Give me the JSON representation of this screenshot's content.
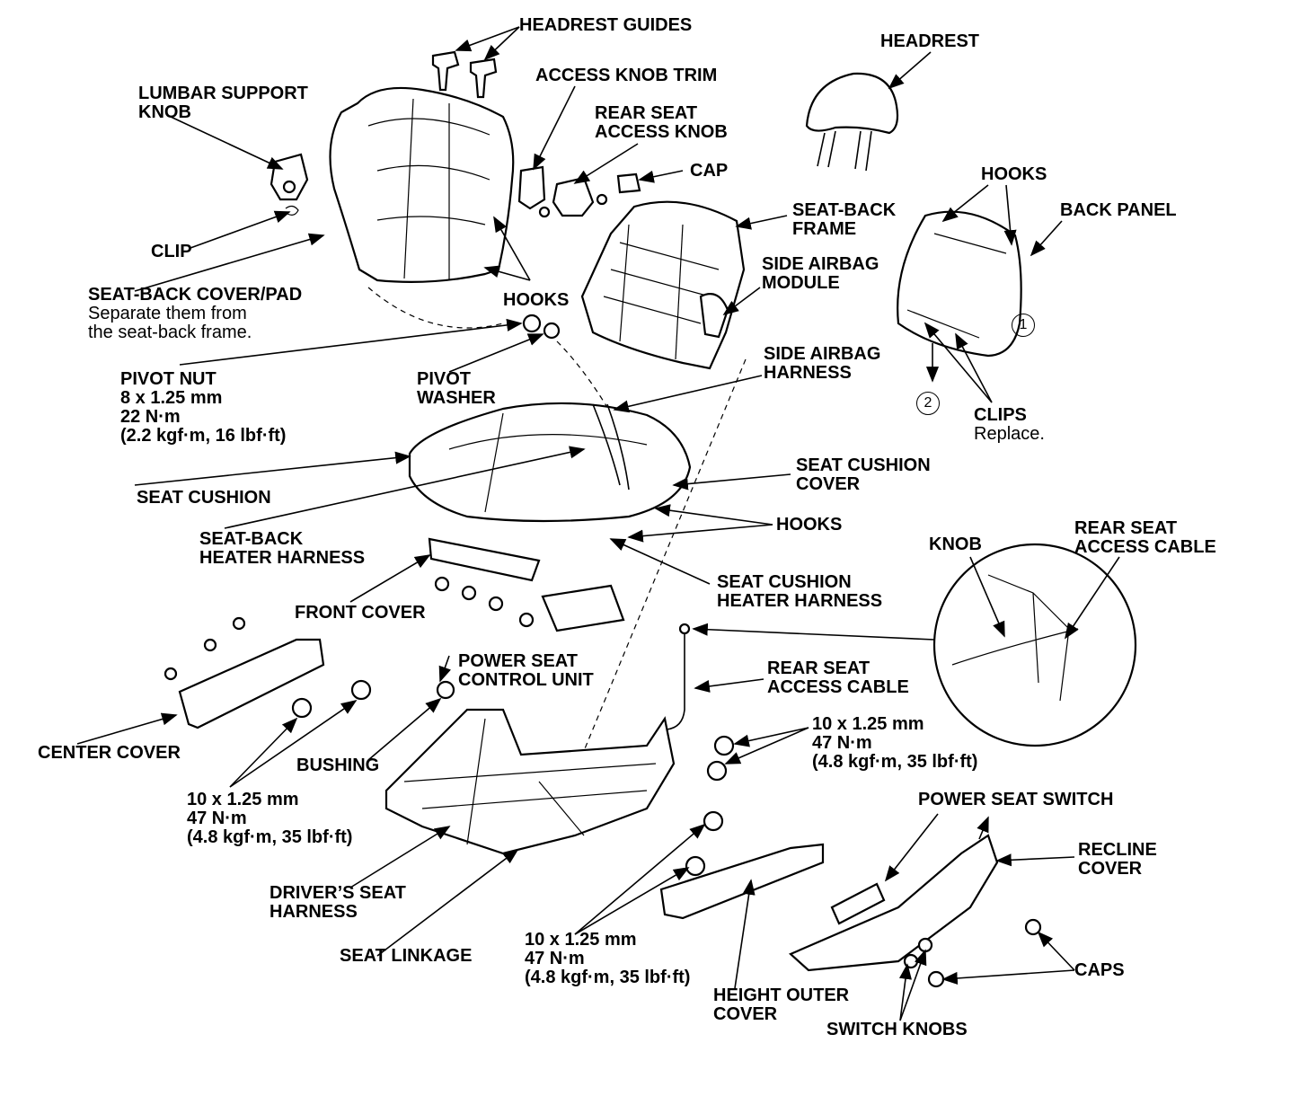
{
  "labels": {
    "headrest_guides": "HEADREST GUIDES",
    "headrest": "HEADREST",
    "lumbar": [
      "LUMBAR SUPPORT",
      "KNOB"
    ],
    "access_knob_trim": "ACCESS KNOB TRIM",
    "rear_seat_access_knob": [
      "REAR SEAT",
      "ACCESS KNOB"
    ],
    "cap": "CAP",
    "hooks_top_right": "HOOKS",
    "back_panel": "BACK PANEL",
    "seat_back_frame": [
      "SEAT-BACK",
      "FRAME"
    ],
    "clip": "CLIP",
    "side_airbag_module": [
      "SIDE AIRBAG",
      "MODULE"
    ],
    "seat_back_cover": "SEAT-BACK COVER/PAD",
    "seat_back_cover_note": [
      "Separate them from",
      "the seat-back frame."
    ],
    "hooks_center": "HOOKS",
    "pivot_nut": [
      "PIVOT NUT",
      "8 x 1.25 mm",
      "22 N·m",
      "(2.2 kgf·m, 16 lbf·ft)"
    ],
    "pivot_washer": [
      "PIVOT",
      "WASHER"
    ],
    "side_airbag_harness": [
      "SIDE AIRBAG",
      "HARNESS"
    ],
    "clips": "CLIPS",
    "clips_note": "Replace.",
    "seat_cushion_cover": [
      "SEAT CUSHION",
      "COVER"
    ],
    "seat_cushion": "SEAT CUSHION",
    "hooks_lower": "HOOKS",
    "seat_back_heater_harness": [
      "SEAT-BACK",
      "HEATER HARNESS"
    ],
    "knob": "KNOB",
    "rear_seat_access_cable_detail": [
      "REAR SEAT",
      "ACCESS CABLE"
    ],
    "seat_cushion_heater_harness": [
      "SEAT CUSHION",
      "HEATER HARNESS"
    ],
    "front_cover": "FRONT COVER",
    "power_seat_control_unit": [
      "POWER SEAT",
      "CONTROL UNIT"
    ],
    "rear_seat_access_cable": [
      "REAR SEAT",
      "ACCESS CABLE"
    ],
    "torque_right_upper": [
      "10 x 1.25 mm",
      "47 N·m",
      "(4.8 kgf·m, 35 lbf·ft)"
    ],
    "center_cover": "CENTER COVER",
    "bushing": "BUSHING",
    "torque_left": [
      "10 x 1.25 mm",
      "47 N·m",
      "(4.8 kgf·m, 35 lbf·ft)"
    ],
    "power_seat_switch": "POWER SEAT SWITCH",
    "recline_cover": [
      "RECLINE",
      "COVER"
    ],
    "drivers_seat_harness": [
      "DRIVER’S SEAT",
      "HARNESS"
    ],
    "seat_linkage": "SEAT LINKAGE",
    "torque_bottom": [
      "10 x 1.25 mm",
      "47 N·m",
      "(4.8 kgf·m, 35 lbf·ft)"
    ],
    "height_outer_cover": [
      "HEIGHT OUTER",
      "COVER"
    ],
    "caps": "CAPS",
    "switch_knobs": "SWITCH KNOBS"
  },
  "callouts": [
    "1",
    "2"
  ],
  "colors": {
    "ink": "#000000",
    "paper": "#ffffff"
  }
}
